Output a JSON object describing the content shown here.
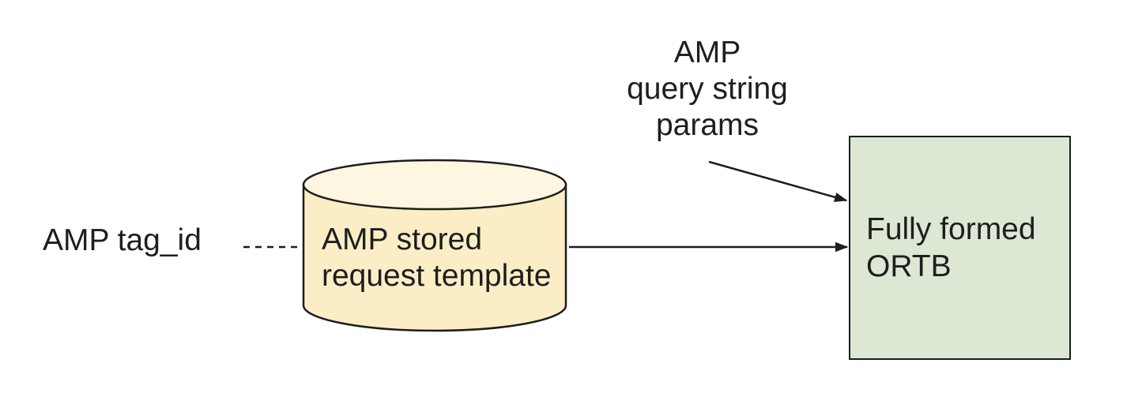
{
  "diagram": {
    "background_color": "#ffffff",
    "stroke_color": "#1d1d1d",
    "labels": {
      "amp_tag_id": "AMP tag_id",
      "query_params": "AMP\nquery string\nparams"
    },
    "nodes": {
      "stored_request": {
        "label": "AMP stored\nrequest template",
        "shape": "database-cylinder",
        "fill": "#fbeec6",
        "top_fill": "#fdf6e0"
      },
      "ortb": {
        "label": "Fully formed\nORTB",
        "shape": "rectangle",
        "fill": "#dce8d4"
      }
    },
    "connectors": [
      {
        "from": "amp-tag-id-label",
        "to": "stored-request-cylinder",
        "style": "dashed",
        "arrowhead": false
      },
      {
        "from": "stored-request-cylinder",
        "to": "ortb-box",
        "style": "solid",
        "arrowhead": true
      },
      {
        "from": "query-params-label",
        "to": "ortb-box",
        "style": "solid",
        "arrowhead": true
      }
    ]
  }
}
